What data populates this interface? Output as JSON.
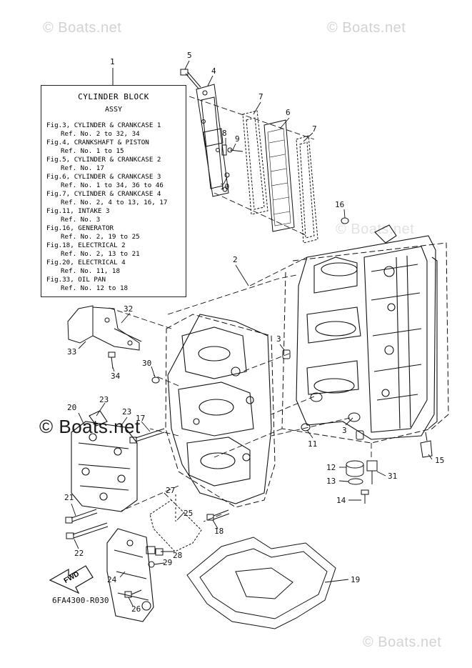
{
  "watermarks": [
    "© Boats.net",
    "© Boats.net",
    "© Boats.net",
    "© Boats.net",
    "© Boats.net"
  ],
  "legend": {
    "title": "CYLINDER BLOCK",
    "subtitle": "ASSY",
    "entries": [
      {
        "fig": "Fig.3, CYLINDER & CRANKCASE 1",
        "ref": "Ref. No. 2 to 32, 34"
      },
      {
        "fig": "Fig.4, CRANKSHAFT & PISTON",
        "ref": "Ref. No. 1 to 15"
      },
      {
        "fig": "Fig.5, CYLINDER & CRANKCASE 2",
        "ref": "Ref. No. 17"
      },
      {
        "fig": "Fig.6, CYLINDER & CRANKCASE 3",
        "ref": "Ref. No. 1 to 34, 36 to 46"
      },
      {
        "fig": "Fig.7, CYLINDER & CRANKCASE 4",
        "ref": "Ref. No. 2, 4 to 13, 16, 17"
      },
      {
        "fig": "Fig.11, INTAKE 3",
        "ref": "Ref. No. 3"
      },
      {
        "fig": "Fig.16, GENERATOR",
        "ref": "Ref. No. 2, 19 to 25"
      },
      {
        "fig": "Fig.18, ELECTRICAL 2",
        "ref": "Ref. No. 2, 13 to 21"
      },
      {
        "fig": "Fig.20, ELECTRICAL 4",
        "ref": "Ref. No. 11, 18"
      },
      {
        "fig": "Fig.33, OIL PAN",
        "ref": "Ref. No. 12 to 18"
      }
    ]
  },
  "callouts": [
    "1",
    "2",
    "3",
    "3",
    "4",
    "5",
    "6",
    "7",
    "7",
    "8",
    "9",
    "10",
    "11",
    "12",
    "13",
    "14",
    "15",
    "16",
    "17",
    "18",
    "19",
    "20",
    "21",
    "22",
    "23",
    "23",
    "24",
    "25",
    "26",
    "27",
    "28",
    "29",
    "30",
    "31",
    "32",
    "33",
    "34"
  ],
  "forward_label": "FWD",
  "drawing_code": "6FA4300-R030"
}
